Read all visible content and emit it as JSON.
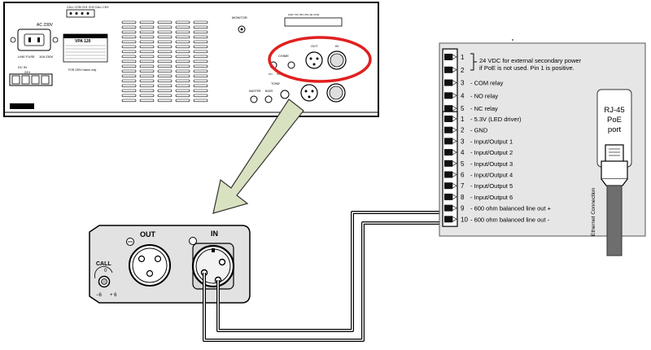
{
  "amplifier": {
    "model": "VPA 120",
    "mains_label": "AC 230V",
    "fuse_label": "LINE FUSE",
    "fuse_rating": "10A   230V",
    "dc_label": "DC IN",
    "dc_voltage": "24V",
    "monitor_label": "MONITOR",
    "chime_label": "CHIME",
    "out_label": "OUT",
    "in_label": "IN",
    "tone_label": "TONE",
    "master_label": "MASTER",
    "bass_label": "BASS",
    "call_label": "CALL",
    "footnote": "FOR 230V mains only",
    "top_connector_label": "CALL COM CH1 CH2 CALL CH3",
    "on_label": "ON",
    "off_label": "OFF"
  },
  "zoom": {
    "out_label": "OUT",
    "in_label": "IN",
    "call_label": "CALL",
    "call_zero": "0",
    "call_min": "−6",
    "call_max": "+ 6"
  },
  "terminal_block": {
    "group1": [
      {
        "num": "1",
        "label": "24 VDC for external secondary power"
      },
      {
        "num": "2",
        "label": "if PoE is not used. Pin 1 is positive."
      },
      {
        "num": "3",
        "label": "- COM relay"
      },
      {
        "num": "4",
        "label": "- NO relay"
      },
      {
        "num": "5",
        "label": "- NC relay"
      }
    ],
    "group2": [
      {
        "num": "1",
        "label": "- 5.3V (LED driver)"
      },
      {
        "num": "2",
        "label": "- GND"
      },
      {
        "num": "3",
        "label": "- Input/Output 1"
      },
      {
        "num": "4",
        "label": "- Input/Output 2"
      },
      {
        "num": "5",
        "label": "- Input/Output 3"
      },
      {
        "num": "6",
        "label": "- Input/Output 4"
      },
      {
        "num": "7",
        "label": "- Input/Output 5"
      },
      {
        "num": "8",
        "label": "- Input/Output 6"
      },
      {
        "num": "9",
        "label": "- 600 ohm balanced line out +"
      },
      {
        "num": "10",
        "label": "- 600 ohm balanced line out -"
      }
    ]
  },
  "rj45": {
    "line1": "RJ-45",
    "line2": "PoE",
    "line3": "port",
    "cable_label": "Ethernet Connection"
  },
  "colors": {
    "highlight_ellipse": "#e02020",
    "arrow_fill": "#d9e2c0",
    "panel_fill": "#e6e6e6",
    "zoom_fill": "#e2e2e2"
  }
}
